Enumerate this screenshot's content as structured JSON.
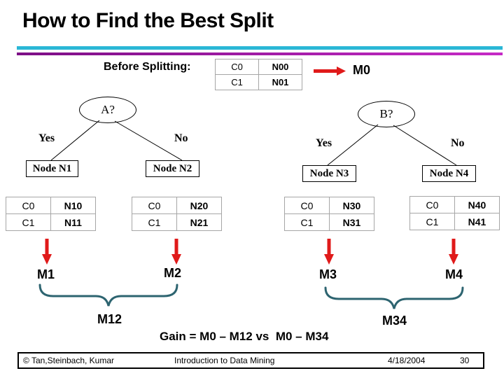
{
  "slide": {
    "title": "How to Find the Best Split",
    "colors": {
      "accent_red": "#e01a1a",
      "brace_teal": "#2d6470",
      "divider_cyan": "#2ab7d6",
      "divider_purple_start": "#7d0f86",
      "divider_purple_end": "#c62ac6",
      "line_black": "#000000"
    },
    "before": {
      "label": "Before Splitting:",
      "measure": "M0",
      "table": {
        "rows": [
          [
            "C0",
            "N00"
          ],
          [
            "C1",
            "N01"
          ]
        ]
      }
    },
    "trees": [
      {
        "root": "A?",
        "left_branch": "Yes",
        "right_branch": "No",
        "left_node": "Node N1",
        "right_node": "Node N2"
      },
      {
        "root": "B?",
        "left_branch": "Yes",
        "right_branch": "No",
        "left_node": "Node N3",
        "right_node": "Node N4"
      }
    ],
    "tables": [
      {
        "rows": [
          [
            "C0",
            "N10"
          ],
          [
            "C1",
            "N11"
          ]
        ],
        "measure": "M1"
      },
      {
        "rows": [
          [
            "C0",
            "N20"
          ],
          [
            "C1",
            "N21"
          ]
        ],
        "measure": "M2"
      },
      {
        "rows": [
          [
            "C0",
            "N30"
          ],
          [
            "C1",
            "N31"
          ]
        ],
        "measure": "M3"
      },
      {
        "rows": [
          [
            "C0",
            "N40"
          ],
          [
            "C1",
            "N41"
          ]
        ],
        "measure": "M4"
      }
    ],
    "combined": [
      {
        "label": "M12"
      },
      {
        "label": "M34"
      }
    ],
    "gain_text": "Gain = M0 – M12 vs  M0 – M34",
    "footer": {
      "copyright": "© Tan,Steinbach, Kumar",
      "center": "Introduction to Data Mining",
      "date": "4/18/2004",
      "page": "30"
    }
  }
}
